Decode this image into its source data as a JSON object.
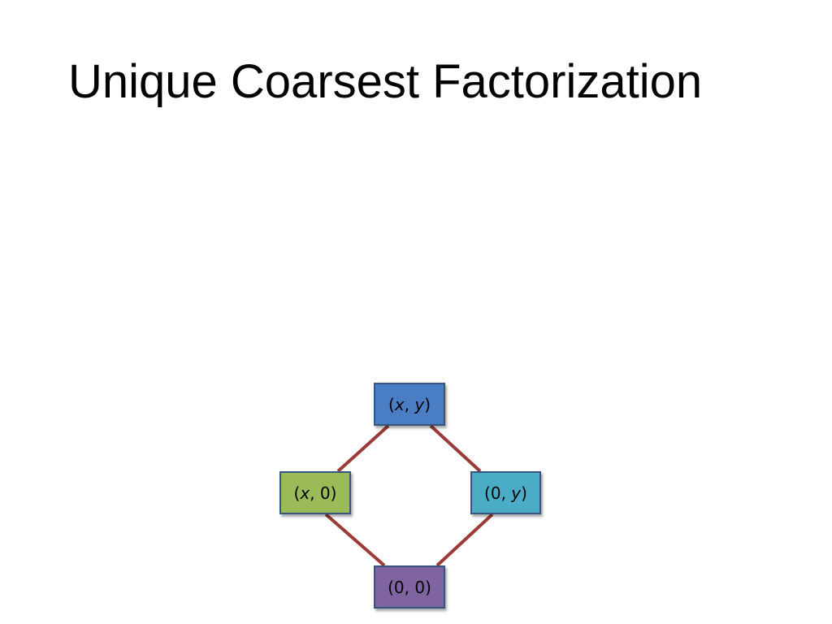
{
  "slide": {
    "title": "Unique Coarsest Factorization"
  },
  "diagram": {
    "edge_color": "#9b3a37",
    "nodes": {
      "top": {
        "open": "(",
        "a": "x",
        "sep": ", ",
        "b": "y",
        "close": ")",
        "color": "#4a7ec4"
      },
      "left": {
        "open": "(",
        "a": "x",
        "sep": ", ",
        "b": "0",
        "close": ")",
        "color": "#9bbb59"
      },
      "right": {
        "open": "(",
        "a": "0",
        "sep": ", ",
        "b": "y",
        "close": ")",
        "color": "#4bacc6"
      },
      "bottom": {
        "open": "(",
        "a": "0",
        "sep": ", ",
        "b": "0",
        "close": ")",
        "color": "#8064a2"
      }
    },
    "edges": [
      {
        "from": "top",
        "to": "left"
      },
      {
        "from": "top",
        "to": "right"
      },
      {
        "from": "left",
        "to": "bottom"
      },
      {
        "from": "right",
        "to": "bottom"
      }
    ]
  }
}
